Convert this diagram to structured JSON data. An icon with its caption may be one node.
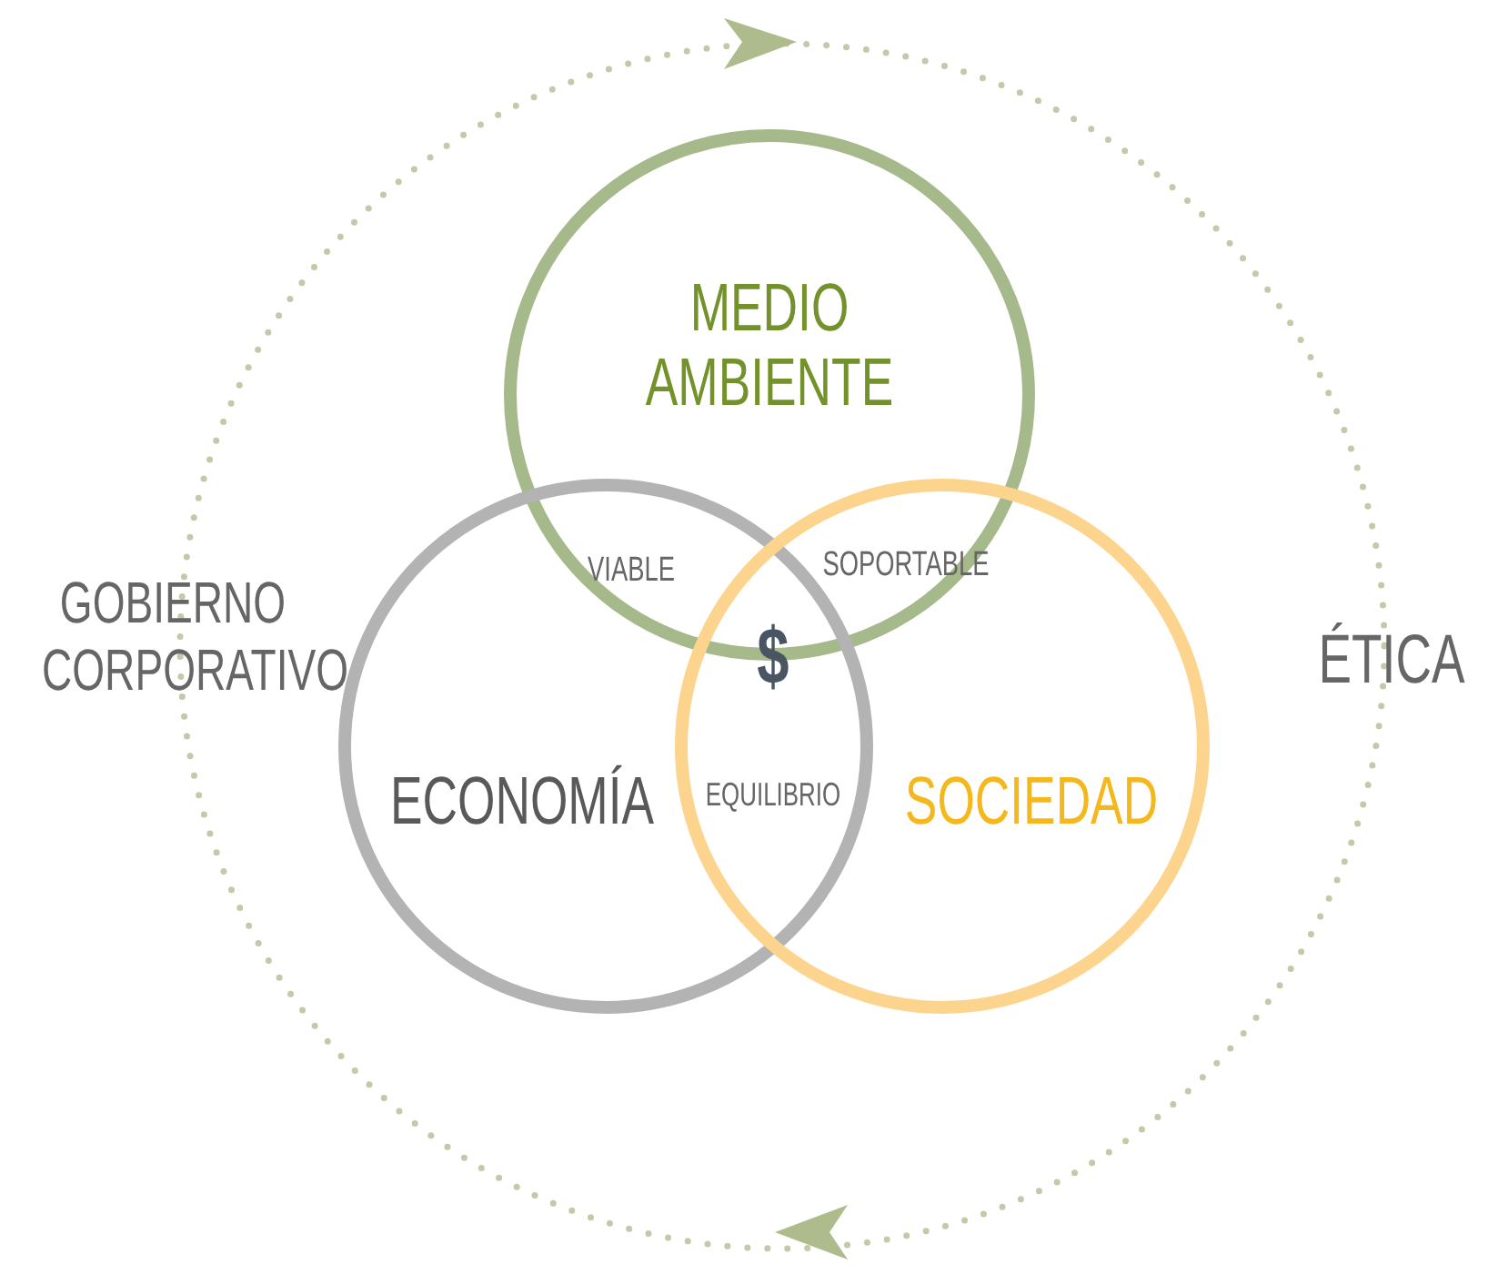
{
  "diagram": {
    "nodes": [
      {
        "text": [
          "MEDIO AMBIENTE"
        ]
      },
      {
        "text": [
          "ECONOMÍA"
        ]
      },
      {
        "text": [
          "SOCIEDAD"
        ]
      }
    ],
    "labels": [
      "VIABLE",
      "SOPORTABLE",
      "$",
      "EQUILIBRIO",
      "GOBIERNO CORPORATIVO",
      "ÉTICA"
    ]
  }
}
